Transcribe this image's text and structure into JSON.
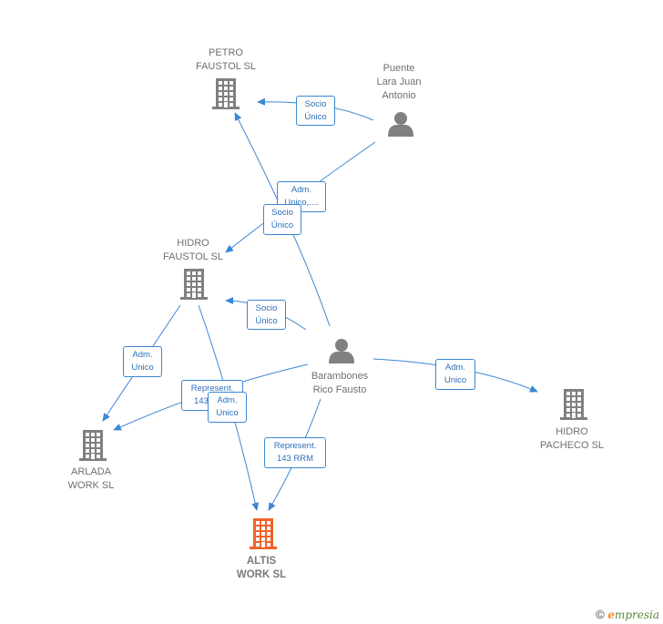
{
  "nodes": {
    "petro_faustol": {
      "label": "PETRO\nFAUSTOL SL",
      "type": "company"
    },
    "puente_lara": {
      "label": "Puente\nLara Juan\nAntonio",
      "type": "person"
    },
    "hidro_faustol": {
      "label": "HIDRO\nFAUSTOL SL",
      "type": "company"
    },
    "barambones": {
      "label": "Barambones\nRico Fausto",
      "type": "person"
    },
    "arlada": {
      "label": "ARLADA\nWORK SL",
      "type": "company"
    },
    "hidro_pacheco": {
      "label": "HIDRO\nPACHECO SL",
      "type": "company"
    },
    "altis": {
      "label": "ALTIS\nWORK SL",
      "type": "company"
    }
  },
  "edges": [
    {
      "label": "Socio\nÚnico",
      "from": "puente_lara",
      "to": "petro_faustol"
    },
    {
      "label": "Adm.\nUnico,....",
      "from": "puente_lara",
      "to": "hidro_faustol"
    },
    {
      "label": "Socio\nÚnico",
      "from": "barambones",
      "to": "petro_faustol"
    },
    {
      "label": "Socio\nÚnico",
      "from": "barambones",
      "to": "hidro_faustol"
    },
    {
      "label": "Adm.\nUnico",
      "from": "hidro_faustol",
      "to": "arlada"
    },
    {
      "label": "Represent.\n143 RRM",
      "from": "barambones",
      "to": "arlada"
    },
    {
      "label": "Adm.\nUnico",
      "from": "hidro_faustol",
      "to": "altis"
    },
    {
      "label": "Represent.\n143 RRM",
      "from": "barambones",
      "to": "altis"
    },
    {
      "label": "Adm.\nUnico",
      "from": "barambones",
      "to": "hidro_pacheco"
    }
  ],
  "colors": {
    "edge": "#3b87d4",
    "node": "#808080",
    "focus": "#f0632b"
  },
  "footer": {
    "copyright": "©",
    "brand_initial": "e",
    "brand_rest": "mpresia"
  }
}
